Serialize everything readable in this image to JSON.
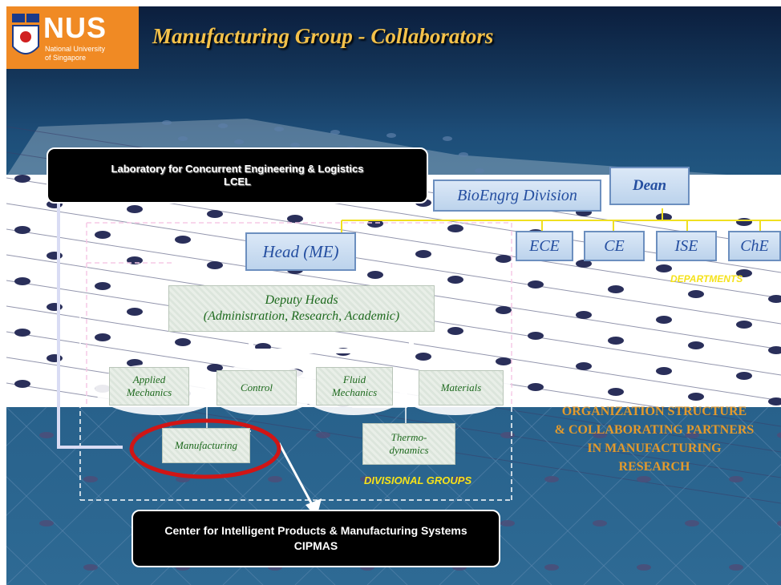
{
  "header": {
    "logo_text": "NUS",
    "logo_sub1": "National University",
    "logo_sub2": "of Singapore",
    "title": "Manufacturing Group - Collaborators"
  },
  "lcel": {
    "line1": "Laboratory for Concurrent Engineering & Logistics",
    "line2": "LCEL"
  },
  "bioengrg": "BioEngrg Division",
  "dean": "Dean",
  "head_me": "Head (ME)",
  "departments": {
    "items": [
      "ECE",
      "CE",
      "ISE",
      "ChE"
    ],
    "label": "DEPARTMENTS"
  },
  "deputy": {
    "line1": "Deputy Heads",
    "line2": "(Administration, Research, Academic)"
  },
  "groups": {
    "applied_mechanics": {
      "line1": "Applied",
      "line2": "Mechanics"
    },
    "control": "Control",
    "fluid_mechanics": {
      "line1": "Fluid",
      "line2": "Mechanics"
    },
    "materials": "Materials",
    "manufacturing": "Manufacturing",
    "thermodynamics": {
      "line1": "Thermo-",
      "line2": "dynamics"
    },
    "label": "DIVISIONAL GROUPS"
  },
  "org_text": {
    "line1": "ORGANIZATION STRUCTURE",
    "line2": "& COLLABORATING PARTNERS",
    "line3": "IN MANUFACTURING",
    "line4": "RESEARCH"
  },
  "cipmas": {
    "line1": "Center for Intelligent Products & Manufacturing Systems",
    "line2": "CIPMAS"
  },
  "colors": {
    "header_blue": "#0b1e3d",
    "lower_blue": "#2e6a94",
    "title_gold": "#f3c14a",
    "org_orange": "#e39a2c",
    "yellow_label": "#f5e21a",
    "highlight_red": "#d01515"
  }
}
